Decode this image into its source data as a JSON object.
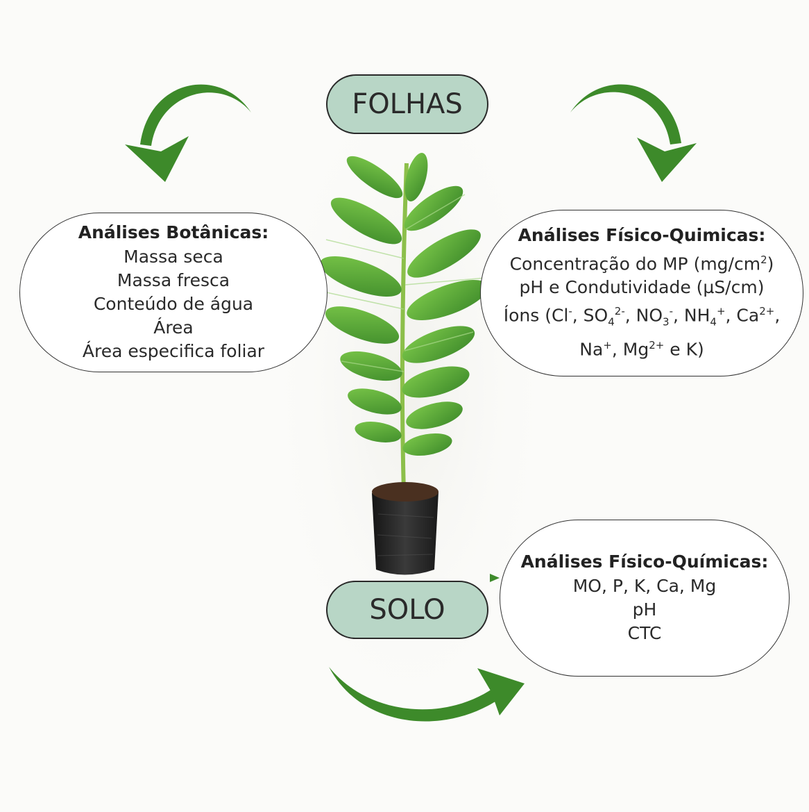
{
  "labels": {
    "folhas": "FOLHAS",
    "solo": "SOLO"
  },
  "botanicas": {
    "title": "Análises Botânicas:",
    "lines": [
      "Massa seca",
      "Massa fresca",
      "Conteúdo de água",
      "Área",
      "Área especifica foliar"
    ]
  },
  "fisico_folhas": {
    "title": "Análises Físico-Quimicas:",
    "line1": "Concentração do MP (mg/cm",
    "line1_sup": "2",
    "line1_end": ")",
    "line2": "pH e Condutividade (µS/cm)",
    "line3_a": "Íons (Cl",
    "line3_a_sup": "-",
    "line3_b": ", SO",
    "line3_b_sub": "4",
    "line3_b_sup": "2-",
    "line3_c": ", NO",
    "line3_c_sub": "3",
    "line3_c_sup": "-",
    "line3_d": ", NH",
    "line3_d_sub": "4",
    "line3_d_sup": "+",
    "line3_e": ", Ca",
    "line3_e_sup": "2+",
    "line3_f": ",",
    "line4_a": "Na",
    "line4_a_sup": "+",
    "line4_b": ", Mg",
    "line4_b_sup": "2+",
    "line4_c": " e K)"
  },
  "fisico_solo": {
    "title": "Análises Físico-Químicas:",
    "lines": [
      "MO, P, K, Ca, Mg",
      "pH",
      "CTC"
    ]
  },
  "colors": {
    "pill_fill": "#b8d6c6",
    "arrow_green": "#3d8a2a",
    "leaf_green": "#5aa83a",
    "stem": "#8cbf4a",
    "pot": "#2b2b2b",
    "soil": "#4a3020"
  }
}
